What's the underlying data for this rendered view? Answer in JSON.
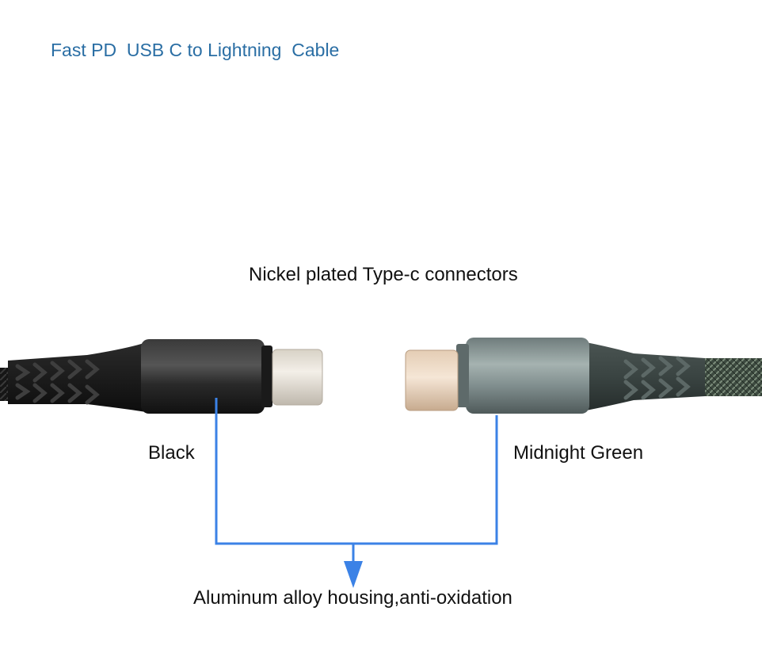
{
  "title": "Fast PD  USB C to Lightning  Cable",
  "labels": {
    "connectors": "Nickel plated Type-c connectors",
    "black": "Black",
    "green": "Midnight Green",
    "housing": "Aluminum alloy housing,anti-oxidation"
  },
  "colors": {
    "title": "#2a6ea4",
    "arrow": "#3b82e6",
    "black_housing": "#2a2a2a",
    "green_housing": "#7e8c8c"
  }
}
